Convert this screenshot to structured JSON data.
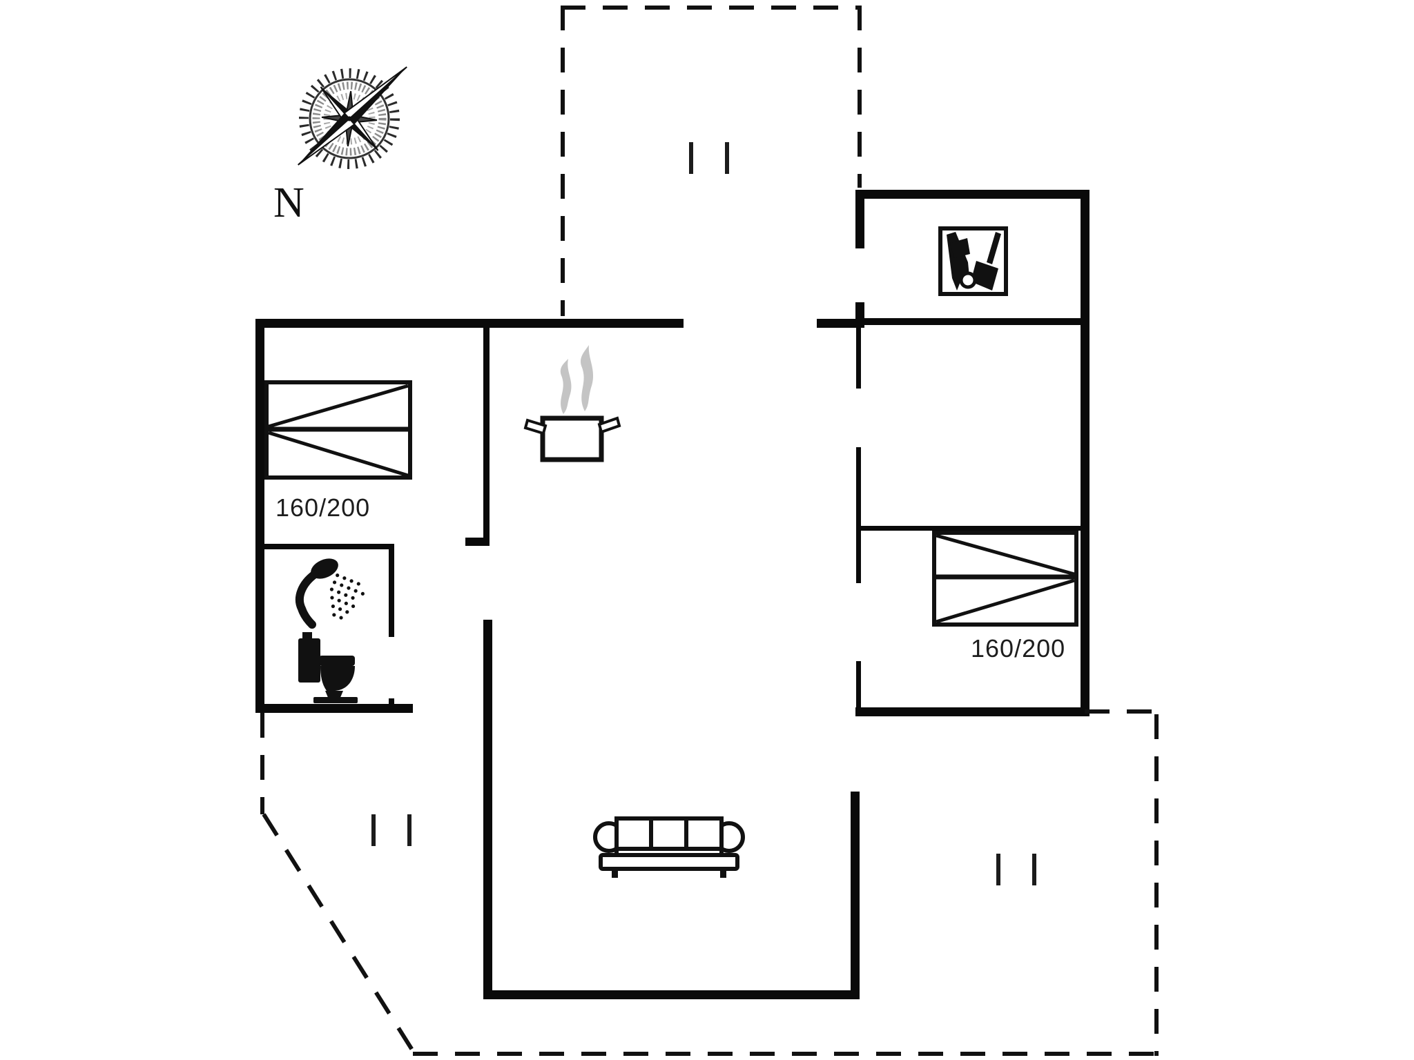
{
  "plan": {
    "type": "floor-plan",
    "compass": {
      "label": "N"
    },
    "rooms": {
      "bedroom_left": {
        "bed_size_label": "160/200"
      },
      "bedroom_right": {
        "bed_size_label": "160/200"
      }
    },
    "icons": [
      {
        "name": "compass-rose-icon"
      },
      {
        "name": "garden-tools-icon"
      },
      {
        "name": "shower-icon"
      },
      {
        "name": "toilet-icon"
      },
      {
        "name": "cooking-pot-icon"
      },
      {
        "name": "sofa-icon"
      },
      {
        "name": "window-marker-icon"
      }
    ],
    "colors": {
      "wall": "#0a0a0a",
      "line": "#111111",
      "steam": "#c4c4c4",
      "background": "#ffffff"
    }
  }
}
